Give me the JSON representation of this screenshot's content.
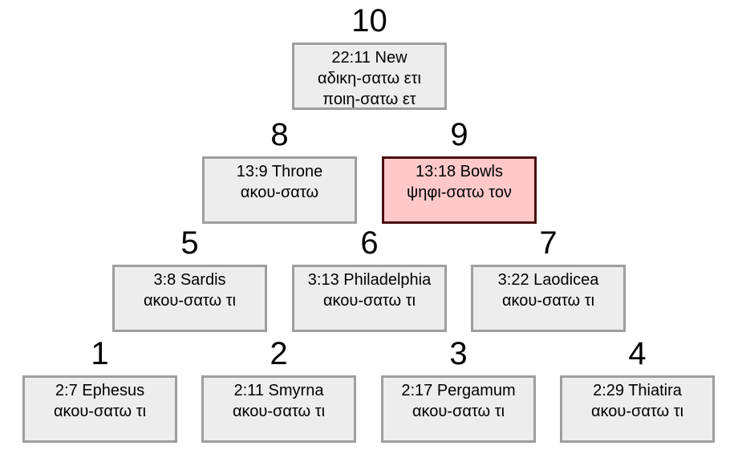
{
  "colors": {
    "box_fill": "#ededed",
    "box_border": "#9e9e9e",
    "highlight_fill": "#ffc9c9",
    "highlight_border": "#4a0e0e",
    "text": "#000000",
    "background": "#ffffff"
  },
  "diagram": {
    "type": "pyramid",
    "rows": [
      [
        10
      ],
      [
        8,
        9
      ],
      [
        5,
        6,
        7
      ],
      [
        1,
        2,
        3,
        4
      ]
    ],
    "highlighted_node": "9"
  },
  "nodes": [
    {
      "number": "1",
      "highlighted": false,
      "lines": [
        "2:7 Ephesus",
        "ακου-σατω τι"
      ]
    },
    {
      "number": "2",
      "highlighted": false,
      "lines": [
        "2:11 Smyrna",
        "ακου-σατω τι"
      ]
    },
    {
      "number": "3",
      "highlighted": false,
      "lines": [
        "2:17 Pergamum",
        "ακου-σατω τι"
      ]
    },
    {
      "number": "4",
      "highlighted": false,
      "lines": [
        "2:29 Thiatira",
        "ακου-σατω τι"
      ]
    },
    {
      "number": "5",
      "highlighted": false,
      "lines": [
        "3:8 Sardis",
        "ακου-σατω τι"
      ]
    },
    {
      "number": "6",
      "highlighted": false,
      "lines": [
        "3:13 Philadelphia",
        "ακου-σατω τι"
      ]
    },
    {
      "number": "7",
      "highlighted": false,
      "lines": [
        "3:22 Laodicea",
        "ακου-σατω τι"
      ]
    },
    {
      "number": "8",
      "highlighted": false,
      "lines": [
        "13:9 Throne",
        "ακου-σατω"
      ]
    },
    {
      "number": "9",
      "highlighted": true,
      "lines": [
        "13:18 Bowls",
        "ψηφι-σατω τον"
      ]
    },
    {
      "number": "10",
      "highlighted": false,
      "lines": [
        "22:11 New",
        "αδικη-σατω ετι",
        "ποιη-σατω ετ"
      ]
    }
  ]
}
